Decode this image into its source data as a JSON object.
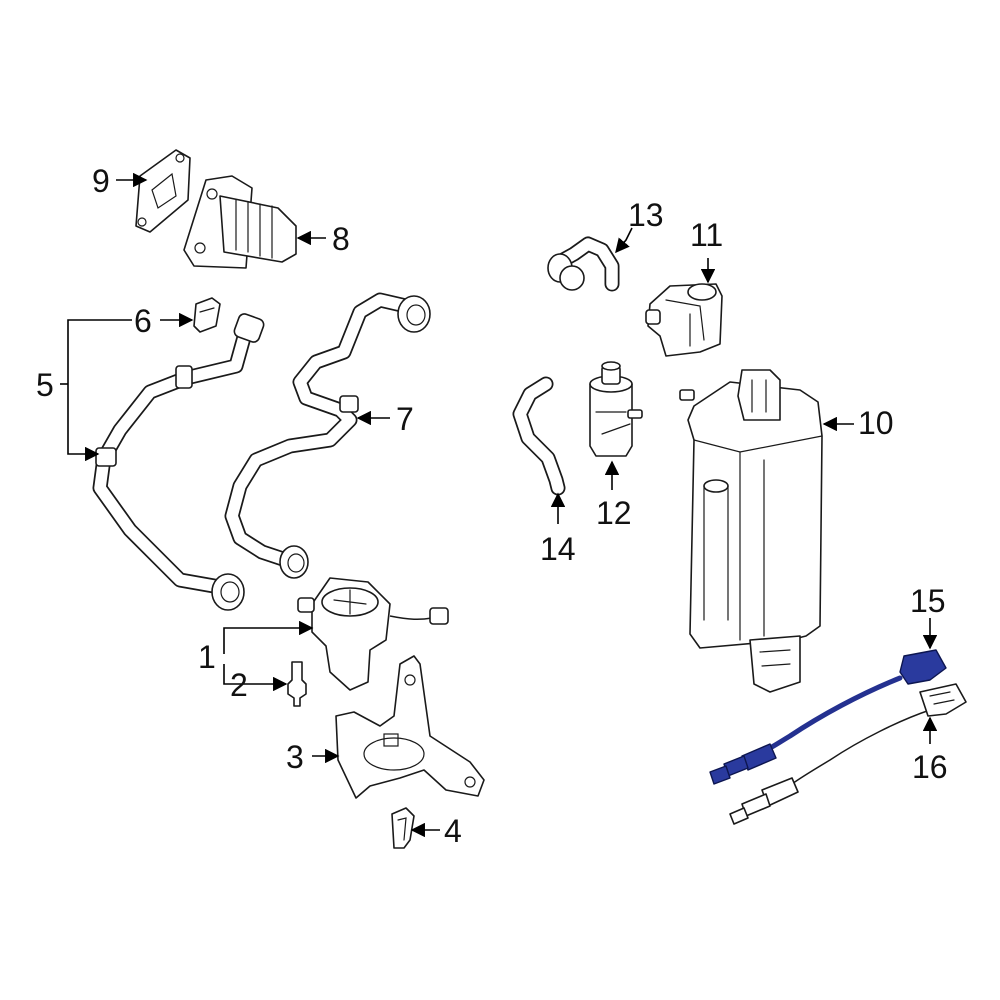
{
  "callouts": {
    "c1": "1",
    "c2": "2",
    "c3": "3",
    "c4": "4",
    "c5": "5",
    "c6": "6",
    "c7": "7",
    "c8": "8",
    "c9": "9",
    "c10": "10",
    "c11": "11",
    "c12": "12",
    "c13": "13",
    "c14": "14",
    "c15": "15",
    "c16": "16"
  },
  "colors": {
    "line": "#1a1a1a",
    "highlight": "#2a3a9e",
    "background": "#ffffff"
  },
  "highlighted_callout": "15"
}
